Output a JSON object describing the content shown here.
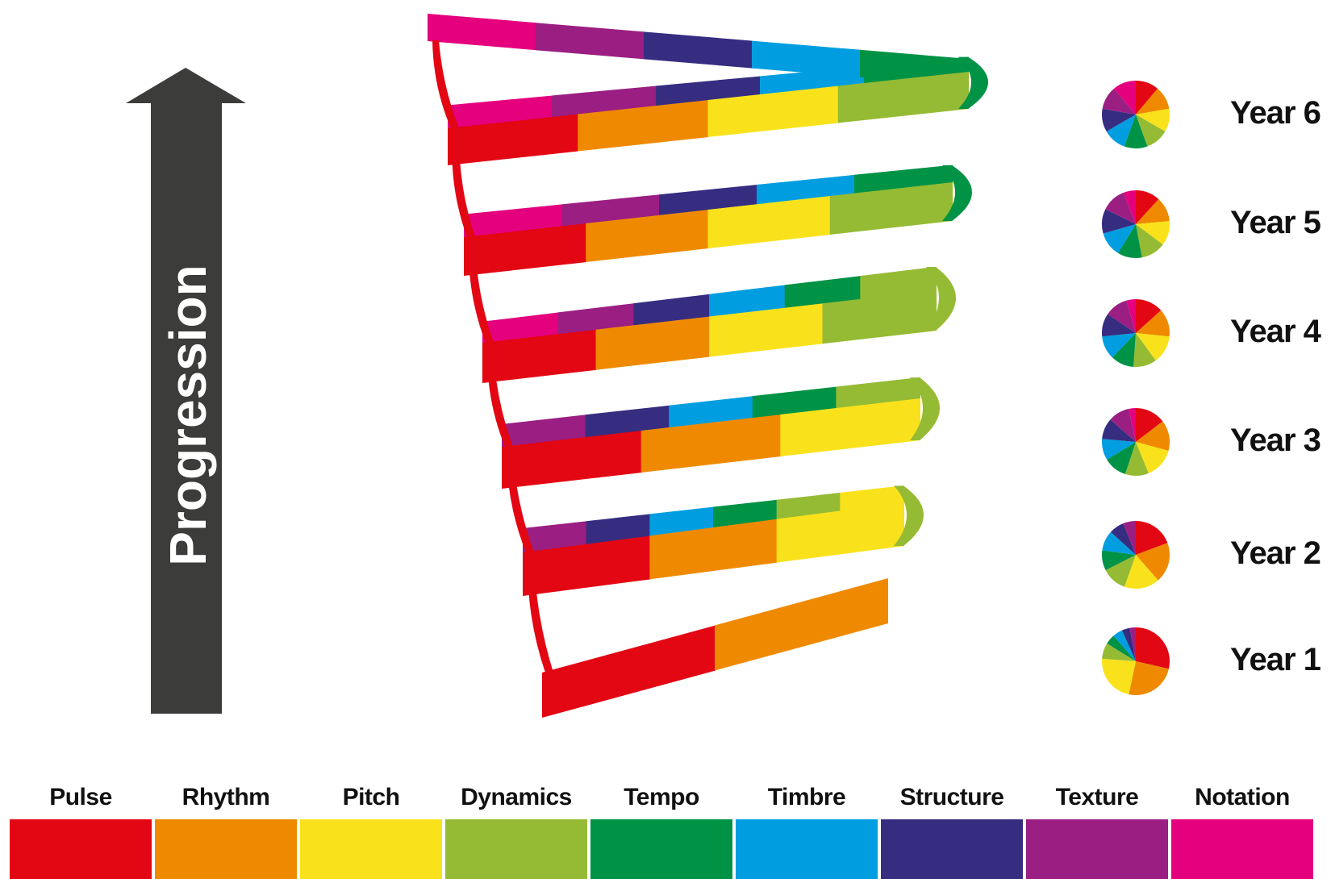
{
  "progression_label": "Progression",
  "colors": {
    "arrow": "#3c3c3b",
    "Pulse": "#e30613",
    "Rhythm": "#ef8a00",
    "Pitch": "#f9e21b",
    "Dynamics": "#95bb34",
    "Tempo": "#009245",
    "Timbre": "#009ee0",
    "Structure": "#362d81",
    "Texture": "#9b1e83",
    "Notation": "#e5007e"
  },
  "legend": [
    {
      "label": "Pulse",
      "key": "Pulse"
    },
    {
      "label": "Rhythm",
      "key": "Rhythm"
    },
    {
      "label": "Pitch",
      "key": "Pitch"
    },
    {
      "label": "Dynamics",
      "key": "Dynamics"
    },
    {
      "label": "Tempo",
      "key": "Tempo"
    },
    {
      "label": "Timbre",
      "key": "Timbre"
    },
    {
      "label": "Structure",
      "key": "Structure"
    },
    {
      "label": "Texture",
      "key": "Texture"
    },
    {
      "label": "Notation",
      "key": "Notation"
    }
  ],
  "years": [
    {
      "label": "Year 6",
      "shares": {
        "Pulse": 1,
        "Rhythm": 1,
        "Pitch": 1,
        "Dynamics": 1,
        "Tempo": 1,
        "Timbre": 1,
        "Structure": 1,
        "Texture": 1,
        "Notation": 1
      }
    },
    {
      "label": "Year 5",
      "shares": {
        "Pulse": 1,
        "Rhythm": 1,
        "Pitch": 1,
        "Dynamics": 1,
        "Tempo": 1,
        "Timbre": 1,
        "Structure": 1,
        "Texture": 1,
        "Notation": 0.5
      }
    },
    {
      "label": "Year 4",
      "shares": {
        "Pulse": 1.2,
        "Rhythm": 1.2,
        "Pitch": 1.2,
        "Dynamics": 1,
        "Tempo": 1,
        "Timbre": 1,
        "Structure": 1,
        "Texture": 1,
        "Notation": 0.4
      }
    },
    {
      "label": "Year 3",
      "shares": {
        "Pulse": 1.3,
        "Rhythm": 1.3,
        "Pitch": 1.3,
        "Dynamics": 1,
        "Tempo": 1,
        "Timbre": 0.9,
        "Structure": 0.9,
        "Texture": 0.9,
        "Notation": 0.3
      }
    },
    {
      "label": "Year 2",
      "shares": {
        "Pulse": 1.6,
        "Rhythm": 1.6,
        "Pitch": 1.4,
        "Dynamics": 1,
        "Tempo": 0.8,
        "Timbre": 0.8,
        "Structure": 0.6,
        "Texture": 0.5,
        "Notation": 0
      }
    },
    {
      "label": "Year 1",
      "shares": {
        "Pulse": 3,
        "Rhythm": 2.6,
        "Pitch": 2.4,
        "Dynamics": 0.8,
        "Tempo": 0.5,
        "Timbre": 0.5,
        "Structure": 0.4,
        "Texture": 0.3,
        "Notation": 0
      }
    }
  ],
  "spiral_turns": [
    {
      "level": "Year 1",
      "back": [],
      "front": [
        "Pulse",
        "Rhythm"
      ]
    },
    {
      "level": "Year 2",
      "back": [
        "Texture",
        "Structure",
        "Timbre",
        "Tempo",
        "Dynamics",
        "Pitch"
      ],
      "front": [
        "Pulse",
        "Rhythm",
        "Pitch"
      ]
    },
    {
      "level": "Year 3",
      "back": [
        "Texture",
        "Structure",
        "Timbre",
        "Tempo",
        "Dynamics"
      ],
      "front": [
        "Pulse",
        "Rhythm",
        "Pitch"
      ]
    },
    {
      "level": "Year 4",
      "back": [
        "Notation",
        "Texture",
        "Structure",
        "Timbre",
        "Tempo",
        "Dynamics"
      ],
      "front": [
        "Pulse",
        "Rhythm",
        "Pitch",
        "Dynamics"
      ]
    },
    {
      "level": "Year 5",
      "back": [
        "Notation",
        "Texture",
        "Structure",
        "Timbre",
        "Tempo"
      ],
      "front": [
        "Pulse",
        "Rhythm",
        "Pitch",
        "Dynamics"
      ]
    },
    {
      "level": "Year 6",
      "back": [
        "Notation",
        "Texture",
        "Structure",
        "Timbre",
        "Tempo"
      ],
      "front": [
        "Pulse",
        "Rhythm",
        "Pitch",
        "Dynamics"
      ]
    },
    {
      "level": "Top",
      "back": [
        "Notation",
        "Texture",
        "Structure",
        "Timbre",
        "Tempo"
      ],
      "front": []
    }
  ]
}
